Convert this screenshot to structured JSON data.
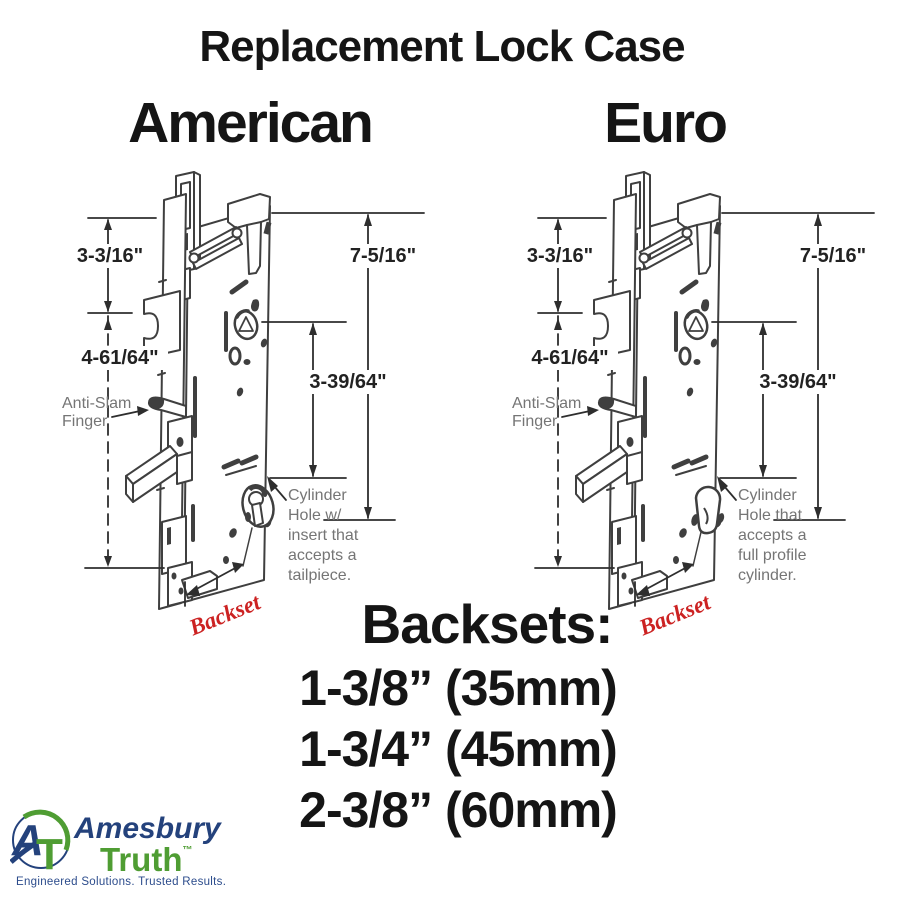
{
  "title": "Replacement Lock Case",
  "columns": {
    "left": "American",
    "right": "Euro"
  },
  "diagrams": {
    "american": {
      "heading": "American",
      "dims": {
        "seg1": "3-3/16\"",
        "seg2": "4-61/64\"",
        "total": "7-5/16\"",
        "inner": "3-39/64\""
      },
      "anti_slam": [
        "Anti-Slam",
        "Finger"
      ],
      "cylinder_note": [
        "Cylinder",
        "Hole w/",
        "insert that",
        "accepts a",
        "tailpiece."
      ],
      "backset_label": "Backset"
    },
    "euro": {
      "heading": "Euro",
      "dims": {
        "seg1": "3-3/16\"",
        "seg2": "4-61/64\"",
        "total": "7-5/16\"",
        "inner": "3-39/64\""
      },
      "anti_slam": [
        "Anti-Slam",
        "Finger"
      ],
      "cylinder_note": [
        "Cylinder",
        "Hole that",
        "accepts a",
        "full profile",
        "cylinder."
      ],
      "backset_label": "Backset"
    }
  },
  "backsets": {
    "heading": "Backsets:",
    "items": [
      "1-3/8” (35mm)",
      "1-3/4” (45mm)",
      "2-3/8” (60mm)"
    ]
  },
  "logo": {
    "monogram_a": "A",
    "monogram_t": "T",
    "brand_top": "Amesbury",
    "brand_bottom": "Truth",
    "tm": "™",
    "tagline": "Engineered Solutions. Trusted Results."
  },
  "colors": {
    "backset_red": "#cc2222",
    "logo_blue": "#24427c",
    "logo_green": "#4f9d33",
    "drawing_gray": "#3f3f3f",
    "dimension_dark": "#2e2e2e",
    "note_gray": "#757575"
  }
}
